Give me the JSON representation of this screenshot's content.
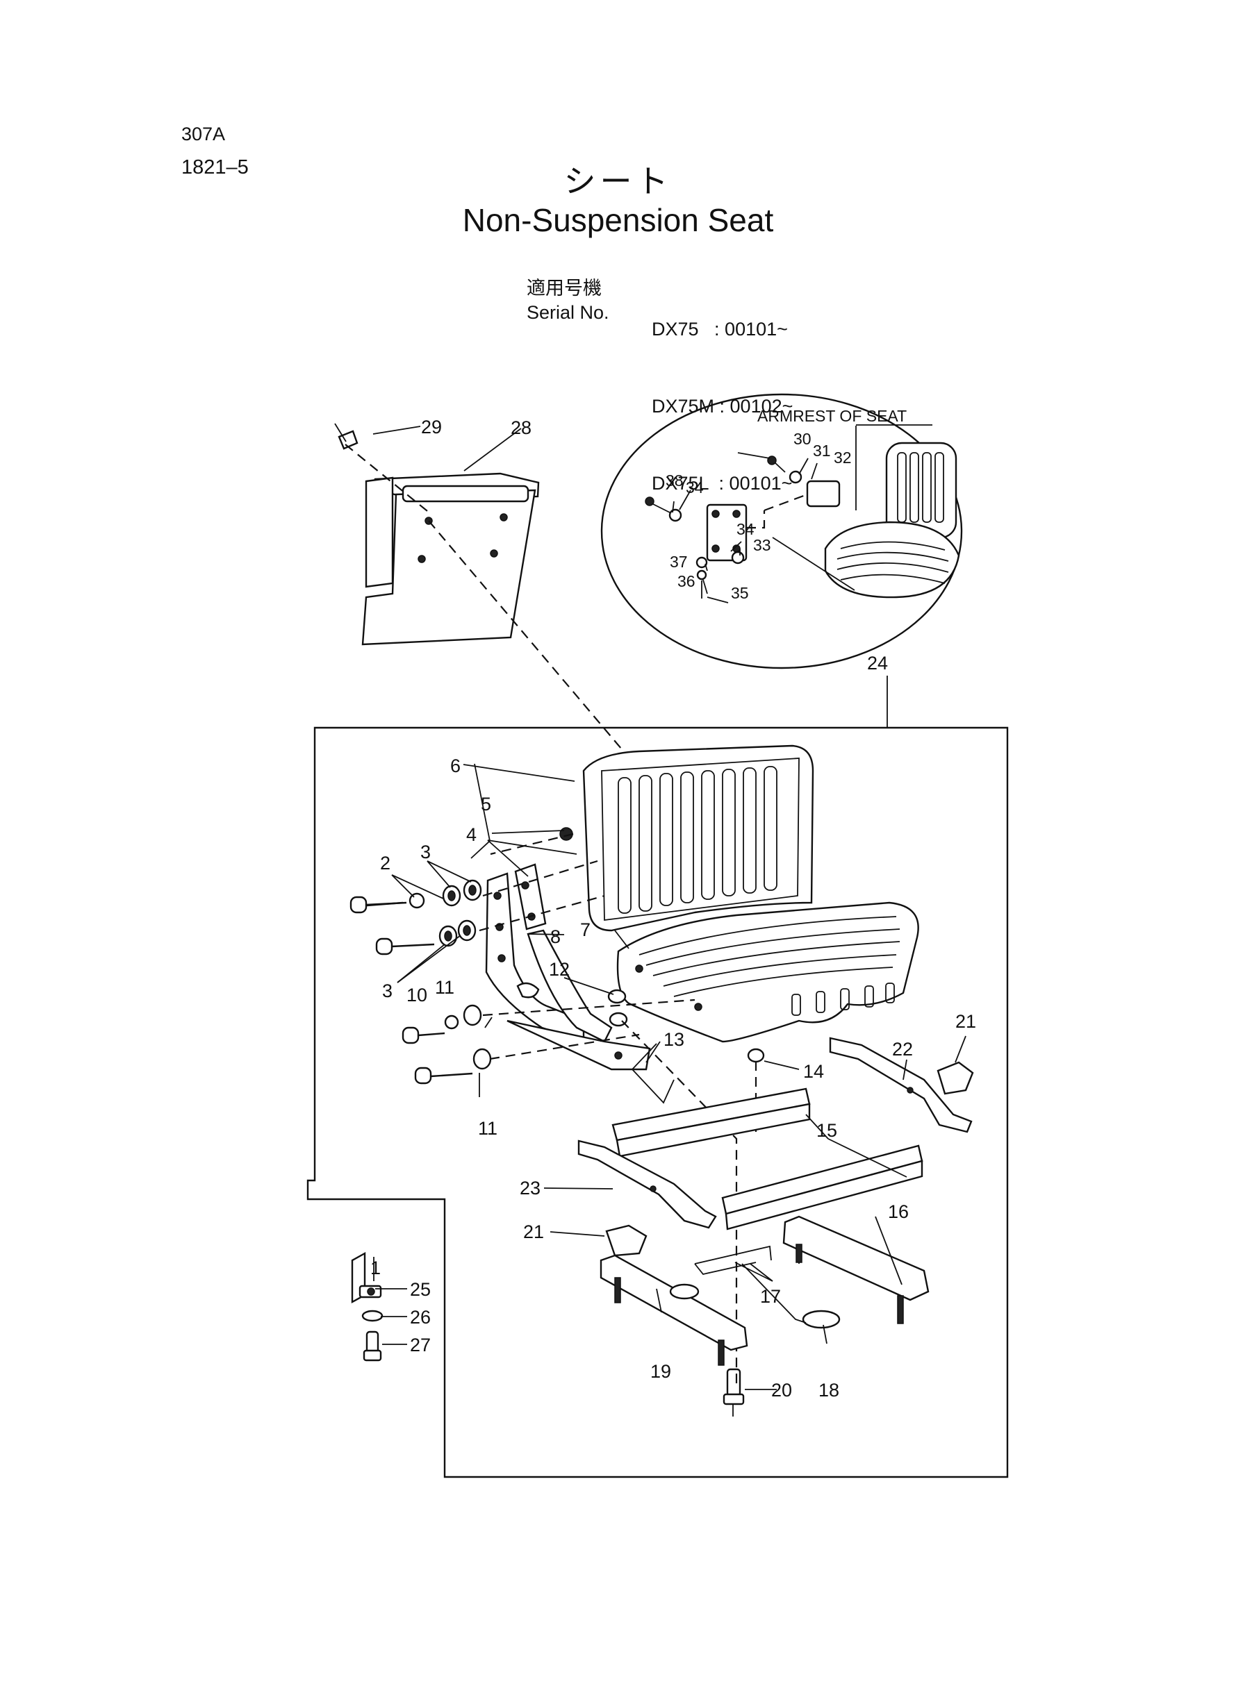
{
  "header": {
    "code_a": "307A",
    "code_b": "1821–5",
    "title_jp": "シート",
    "title_en": "Non-Suspension Seat"
  },
  "serial": {
    "label_jp": "適用号機",
    "label_en": "Serial No.",
    "rows": [
      "DX75   : 00101~",
      "DX75M : 00102~",
      "DX75L  : 00101~"
    ]
  },
  "inset": {
    "title": "ARMREST  OF  SEAT"
  },
  "callouts": {
    "n1": "1",
    "n2": "2",
    "n3a": "3",
    "n3b": "3",
    "n4": "4",
    "n5": "5",
    "n6": "6",
    "n7": "7",
    "n8": "8",
    "n10": "10",
    "n11a": "11",
    "n11b": "11",
    "n12": "12",
    "n13": "13",
    "n14": "14",
    "n15": "15",
    "n16": "16",
    "n17": "17",
    "n18": "18",
    "n19": "19",
    "n20": "20",
    "n21a": "21",
    "n21b": "21",
    "n22": "22",
    "n23": "23",
    "n24": "24",
    "n25": "25",
    "n26": "26",
    "n27": "27",
    "n28": "28",
    "n29": "29",
    "n30": "30",
    "n31": "31",
    "n32": "32",
    "n33": "33",
    "n34a": "34",
    "n34b": "34",
    "n35": "35",
    "n36": "36",
    "n37": "37",
    "n38": "38"
  }
}
